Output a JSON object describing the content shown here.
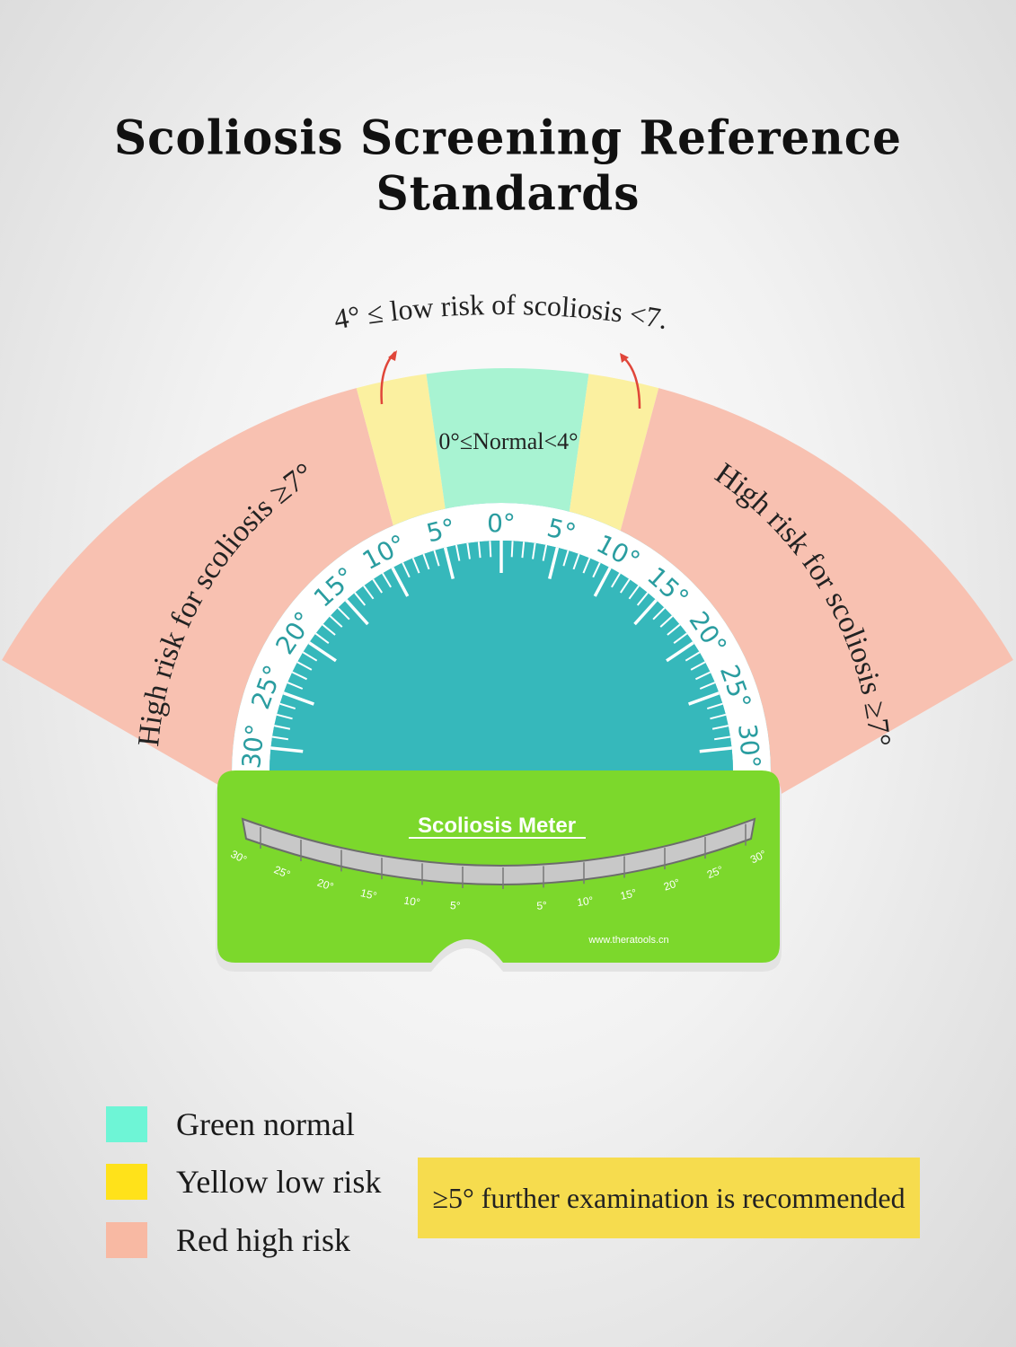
{
  "title": "Scoliosis Screening Reference Standards",
  "zones": {
    "low_risk_label": "4° ≤ low risk of scoliosis <7.",
    "normal_label": "0°≤Normal<4°",
    "high_risk_left": "High risk for scoliosis ≥7°",
    "high_risk_right": "High risk for scoliosis ≥7°"
  },
  "dial": {
    "ticks": [
      {
        "label": "30°",
        "angle": -30
      },
      {
        "label": "25°",
        "angle": -25
      },
      {
        "label": "20°",
        "angle": -20
      },
      {
        "label": "15°",
        "angle": -15
      },
      {
        "label": "10°",
        "angle": -10
      },
      {
        "label": "5°",
        "angle": -5
      },
      {
        "label": "0°",
        "angle": 0
      },
      {
        "label": "5°",
        "angle": 5
      },
      {
        "label": "10°",
        "angle": 10
      },
      {
        "label": "15°",
        "angle": 15
      },
      {
        "label": "20°",
        "angle": 20
      },
      {
        "label": "25°",
        "angle": 25
      },
      {
        "label": "30°",
        "angle": 30
      }
    ]
  },
  "device": {
    "name": "Scoliosis Meter",
    "url": "www.theratools.cn",
    "scale": [
      {
        "label": "30°",
        "angle": -30
      },
      {
        "label": "25°",
        "angle": -25
      },
      {
        "label": "20°",
        "angle": -20
      },
      {
        "label": "15°",
        "angle": -15
      },
      {
        "label": "10°",
        "angle": -10
      },
      {
        "label": "5°",
        "angle": -5
      },
      {
        "label": "5°",
        "angle": 5
      },
      {
        "label": "10°",
        "angle": 10
      },
      {
        "label": "15°",
        "angle": 15
      },
      {
        "label": "20°",
        "angle": 20
      },
      {
        "label": "25°",
        "angle": 25
      },
      {
        "label": "30°",
        "angle": 30
      }
    ]
  },
  "legend": [
    {
      "label": "Green normal",
      "color": "#6ef5d6"
    },
    {
      "label": "Yellow low risk",
      "color": "#ffe21a"
    },
    {
      "label": "Red high risk",
      "color": "#f8b9a3"
    }
  ],
  "note": "≥5° further examination is recommended",
  "colors": {
    "normal_zone": "#a8f3d2",
    "low_zone": "#fbf0a0",
    "high_zone": "#f8c1b1",
    "dial_face": "#36b8bb",
    "dial_ring": "#ffffff",
    "dial_text": "#2a9da0",
    "device_green": "#7cd82c",
    "note_bg": "#f6dc4e",
    "arrow": "#e0463a"
  }
}
